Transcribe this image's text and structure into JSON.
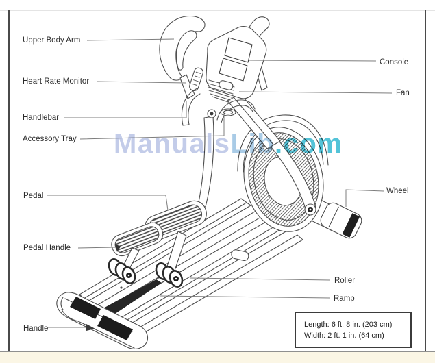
{
  "page": {
    "frame_color": "#4a4a4a",
    "footer_strip_color": "#fbf6e5"
  },
  "watermark": {
    "text": "ManualsLib.com",
    "segments": [
      {
        "text": "Manuals",
        "color": "#c3cce9"
      },
      {
        "text": "Lib",
        "color": "#a9cbe6"
      },
      {
        "text": ".com",
        "color": "#53c3d8"
      }
    ]
  },
  "labels": {
    "upper_body_arm": "Upper Body Arm",
    "heart_rate_monitor": "Heart Rate Monitor",
    "handlebar": "Handlebar",
    "accessory_tray": "Accessory Tray",
    "pedal": "Pedal",
    "pedal_handle": "Pedal Handle",
    "handle": "Handle",
    "console": "Console",
    "fan": "Fan",
    "wheel": "Wheel",
    "roller": "Roller",
    "ramp": "Ramp"
  },
  "dimensions_box": {
    "length": "Length: 6 ft. 8 in. (203 cm)",
    "width": "Width: 2 ft. 1 in. (64 cm)"
  }
}
